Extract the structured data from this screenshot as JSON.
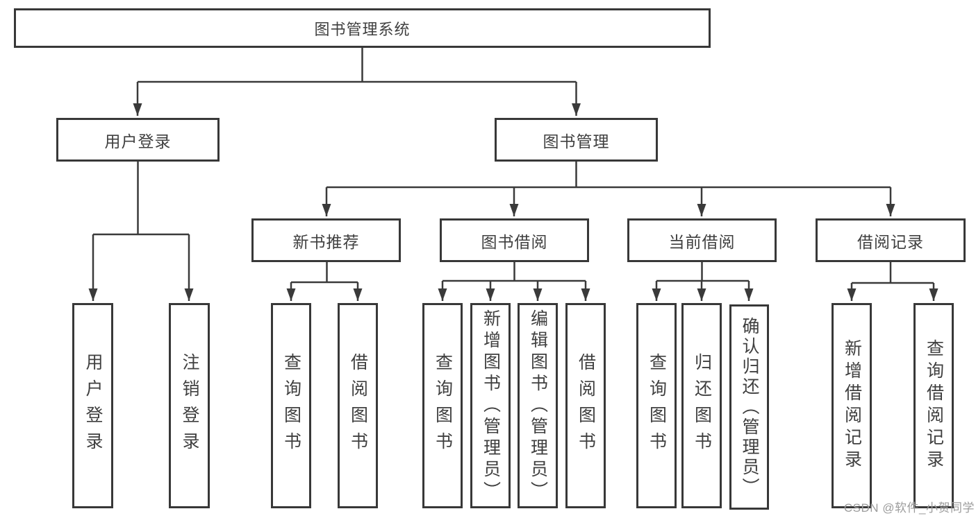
{
  "diagram": {
    "title_node": "图书管理系统",
    "user_branch": {
      "label": "用户登录",
      "children": [
        "用户登录",
        "注销登录"
      ]
    },
    "book_branch": {
      "label": "图书管理",
      "groups": [
        {
          "label": "新书推荐",
          "children": [
            "查询图书",
            "借阅图书"
          ]
        },
        {
          "label": "图书借阅",
          "children": [
            "查询图书",
            "新增图书（管理员）",
            "编辑图书（管理员）",
            "借阅图书"
          ]
        },
        {
          "label": "当前借阅",
          "children": [
            "查询图书",
            "归还图书",
            "确认归还（管理员）"
          ]
        },
        {
          "label": "借阅记录",
          "children": [
            "新增借阅记录",
            "查询借阅记录"
          ]
        }
      ]
    }
  },
  "watermark": {
    "text": "CSDN @软件_小贺同学"
  },
  "colors": {
    "line": "#3a3a3a",
    "box_border": "#383838",
    "text": "#3f3f3f",
    "watermark": "#9c9c9c",
    "background": "#ffffff"
  }
}
